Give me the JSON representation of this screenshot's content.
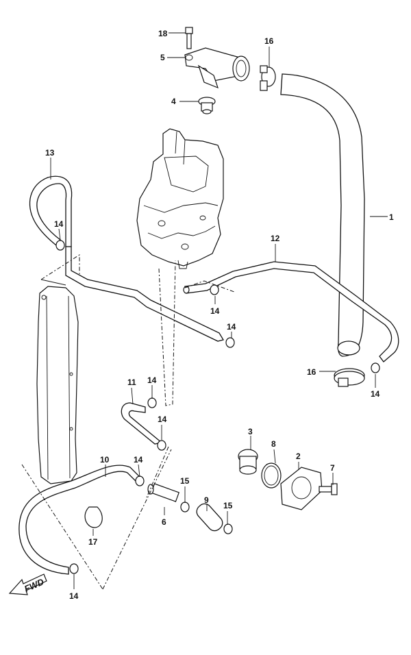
{
  "callouts": {
    "p1": "1",
    "p2": "2",
    "p3": "3",
    "p4": "4",
    "p5": "5",
    "p6": "6",
    "p7": "7",
    "p8": "8",
    "p9": "9",
    "p10": "10",
    "p11": "11",
    "p12": "12",
    "p13": "13",
    "p14a": "14",
    "p14b": "14",
    "p14c": "14",
    "p14d": "14",
    "p14e": "14",
    "p14f": "14",
    "p14g": "14",
    "p14h": "14",
    "p15a": "15",
    "p15b": "15",
    "p16a": "16",
    "p16b": "16",
    "p17": "17",
    "p18": "18"
  },
  "fwd_label": "FWD"
}
